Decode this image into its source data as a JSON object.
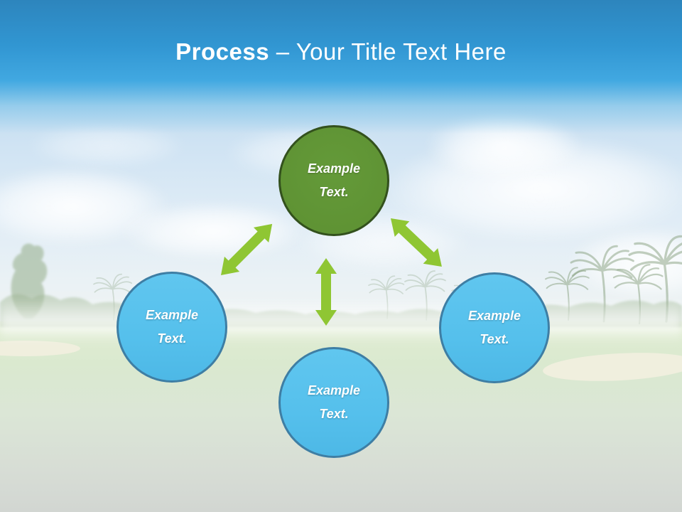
{
  "slide_title": {
    "bold": "Process",
    "rest": " – Your Title Text Here"
  },
  "diagram": {
    "nodes": [
      {
        "id": "top",
        "line1": "Example",
        "line2": "Text."
      },
      {
        "id": "left",
        "line1": "Example",
        "line2": "Text."
      },
      {
        "id": "right",
        "line1": "Example",
        "line2": "Text."
      },
      {
        "id": "bottom",
        "line1": "Example",
        "line2": "Text."
      }
    ],
    "arrow_icons": [
      "double-headed-arrow-diagonal-left",
      "double-headed-arrow-vertical",
      "double-headed-arrow-diagonal-right"
    ]
  },
  "background_description": "golf course photo, washed out: blue sky, clouds, palm tree line, green fairway, sand bunkers",
  "colors": {
    "header_gradient_top": "#2d85bd",
    "header_gradient_bottom": "#41a8e1",
    "title_text": "#ffffff",
    "green_node_fill": "#5f9334",
    "green_node_border": "#33511d",
    "blue_node_fill": "#55c0ec",
    "blue_node_border": "#3e7ea4",
    "arrow_green": "#8fc633"
  }
}
